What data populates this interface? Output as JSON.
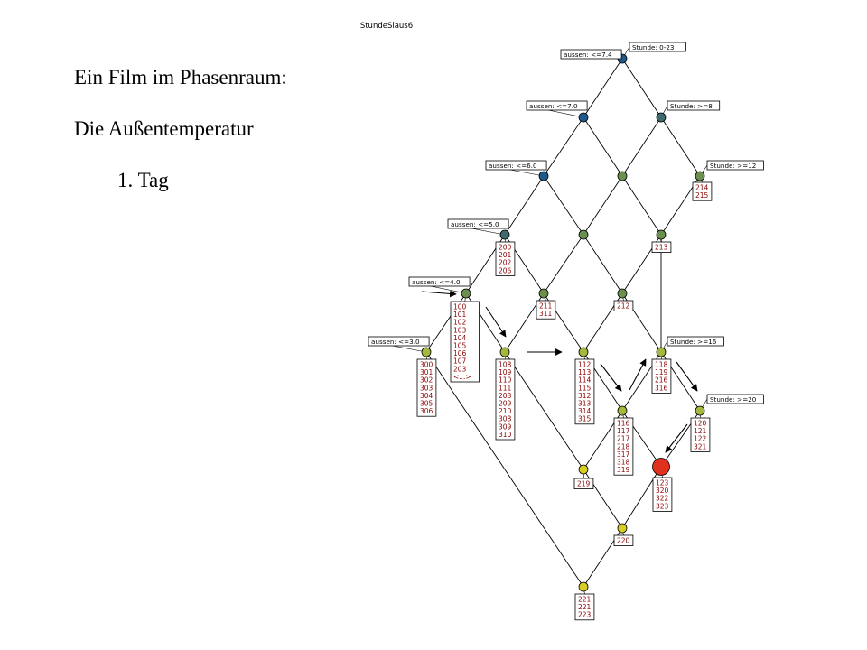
{
  "slide": {
    "title": "Ein Film im Phasenraum:",
    "subtitle": "Die Außentemperatur",
    "day": "1. Tag"
  },
  "diagram": {
    "caption": "StundeSlaus6",
    "colors": {
      "line": "#000000",
      "blue": "#1f5a8c",
      "teal": "#3d6b6e",
      "olive": "#6b8f4f",
      "yellow_green": "#a6b83c",
      "yellow": "#d9cf24",
      "red": "#e0301e",
      "number_text": "#8b0000",
      "label_text": "#000000"
    },
    "scale_labels": [
      {
        "id": "a74",
        "text": "aussen: <=7.4"
      },
      {
        "id": "a70",
        "text": "aussen: <=7.0"
      },
      {
        "id": "a60",
        "text": "aussen: <=6.0"
      },
      {
        "id": "a50",
        "text": "aussen: <=5.0"
      },
      {
        "id": "a40",
        "text": "aussen: <=4.0"
      },
      {
        "id": "a30",
        "text": "aussen: <=3.0"
      },
      {
        "id": "s023",
        "text": "Stunde: 0-23"
      },
      {
        "id": "s8",
        "text": "Stunde: >=8"
      },
      {
        "id": "s12",
        "text": "Stunde: >=12"
      },
      {
        "id": "s16",
        "text": "Stunde: >=16"
      },
      {
        "id": "s20",
        "text": "Stunde: >=20"
      }
    ],
    "nodes": [
      {
        "id": "top",
        "color": "blue"
      },
      {
        "id": "n_a70",
        "color": "blue"
      },
      {
        "id": "n_s8",
        "color": "teal"
      },
      {
        "id": "n_a60",
        "color": "blue"
      },
      {
        "id": "n_mid1",
        "color": "olive"
      },
      {
        "id": "n_s12",
        "color": "olive"
      },
      {
        "id": "n_a50",
        "color": "teal"
      },
      {
        "id": "n_mid2",
        "color": "olive"
      },
      {
        "id": "n_213",
        "color": "olive"
      },
      {
        "id": "n_a40",
        "color": "olive"
      },
      {
        "id": "n_211",
        "color": "olive"
      },
      {
        "id": "n_212",
        "color": "olive"
      },
      {
        "id": "n_a30",
        "color": "yellow_green"
      },
      {
        "id": "n_108",
        "color": "yellow_green"
      },
      {
        "id": "n_112",
        "color": "yellow_green"
      },
      {
        "id": "n_s16",
        "color": "yellow_green"
      },
      {
        "id": "n_116",
        "color": "yellow_green"
      },
      {
        "id": "n_s20",
        "color": "yellow_green"
      },
      {
        "id": "n_219",
        "color": "yellow"
      },
      {
        "id": "n_red",
        "color": "red"
      },
      {
        "id": "n_220",
        "color": "yellow"
      },
      {
        "id": "bottom",
        "color": "yellow"
      }
    ],
    "object_labels": [
      {
        "id": "ol_214",
        "lines": [
          "214",
          "215"
        ]
      },
      {
        "id": "ol_200",
        "lines": [
          "200",
          "201",
          "202",
          "206"
        ]
      },
      {
        "id": "ol_213",
        "lines": [
          "213"
        ]
      },
      {
        "id": "ol_211",
        "lines": [
          "211",
          "311"
        ]
      },
      {
        "id": "ol_212",
        "lines": [
          "212"
        ]
      },
      {
        "id": "ol_100",
        "lines": [
          "100",
          "101",
          "102",
          "103",
          "104",
          "105",
          "106",
          "107",
          "203",
          "<...>"
        ]
      },
      {
        "id": "ol_300",
        "lines": [
          "300",
          "301",
          "302",
          "303",
          "304",
          "305",
          "306"
        ]
      },
      {
        "id": "ol_108",
        "lines": [
          "108",
          "109",
          "110",
          "111",
          "208",
          "209",
          "210",
          "308",
          "309",
          "310"
        ]
      },
      {
        "id": "ol_112",
        "lines": [
          "112",
          "113",
          "114",
          "115",
          "312",
          "313",
          "314",
          "315"
        ]
      },
      {
        "id": "ol_118",
        "lines": [
          "118",
          "119",
          "216",
          "316"
        ]
      },
      {
        "id": "ol_116",
        "lines": [
          "116",
          "117",
          "217",
          "218",
          "317",
          "318",
          "319"
        ]
      },
      {
        "id": "ol_120",
        "lines": [
          "120",
          "121",
          "122",
          "321"
        ]
      },
      {
        "id": "ol_219",
        "lines": [
          "219"
        ]
      },
      {
        "id": "ol_123",
        "lines": [
          "123",
          "320",
          "322",
          "323"
        ]
      },
      {
        "id": "ol_220",
        "lines": [
          "220"
        ]
      },
      {
        "id": "ol_221",
        "lines": [
          "221",
          "221",
          "223"
        ]
      }
    ]
  }
}
